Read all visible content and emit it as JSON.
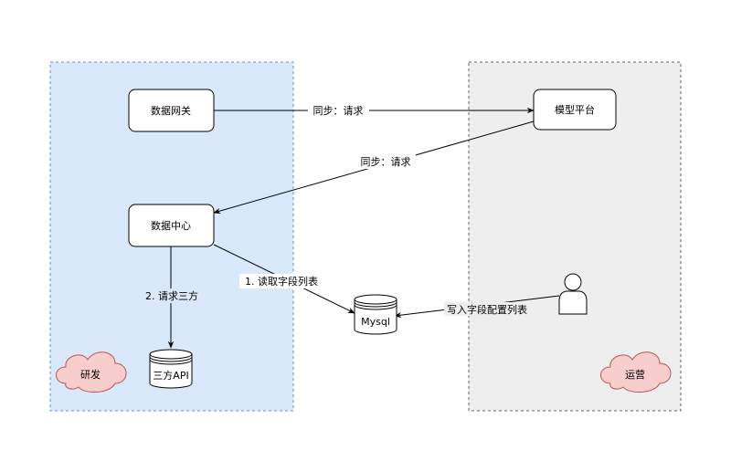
{
  "nodes": {
    "gateway": "数据网关",
    "model_platform": "模型平台",
    "data_center": "数据中心",
    "third_party_api": "三方API",
    "mysql": "Mysql"
  },
  "groups": {
    "dev": "研发",
    "ops": "运营"
  },
  "edges": {
    "gateway_to_model": "同步：请求",
    "model_to_center": "同步：请求",
    "center_to_mysql": "1. 读取字段列表",
    "center_to_api": "2. 请求三方",
    "user_to_mysql": "写入字段配置列表"
  },
  "colors": {
    "dev_zone_fill": "#dae8fc",
    "dev_zone_border": "#6c8ebf",
    "ops_zone_fill": "#eeeeee",
    "ops_zone_border": "#666666",
    "cloud_fill": "#f8cecc",
    "cloud_border": "#b85450"
  },
  "icons": {
    "user": "user-icon",
    "cloud": "cloud-icon",
    "database": "database-icon"
  }
}
